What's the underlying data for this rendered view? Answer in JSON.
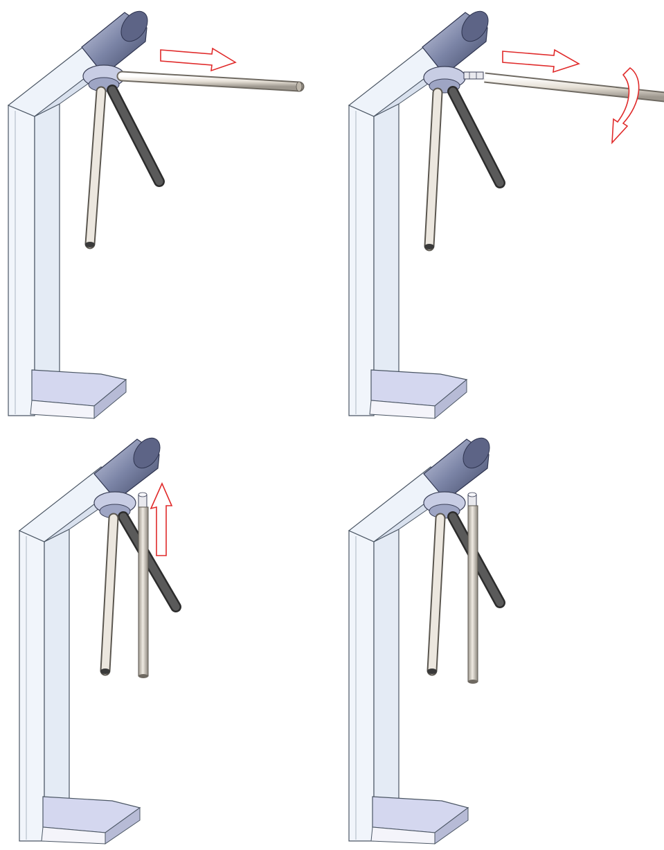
{
  "figure": {
    "panels": [
      {
        "id": "step-1",
        "arrows": [
          "pull-out"
        ]
      },
      {
        "id": "step-2",
        "arrows": [
          "pull-out",
          "rotate-down"
        ]
      },
      {
        "id": "step-3",
        "arrows": [
          "push-up"
        ]
      },
      {
        "id": "step-4",
        "arrows": []
      }
    ],
    "colors": {
      "frame_fill": "#f2f6fb",
      "frame_stroke": "#4a5563",
      "base_fill": "#d4d7ef",
      "head_fill": "#8d95b4",
      "hub_fill": "#c8cde4",
      "bar_light": "#ece7df",
      "bar_dark": "#4b4b4b",
      "arrow": "#e02a2a"
    }
  }
}
